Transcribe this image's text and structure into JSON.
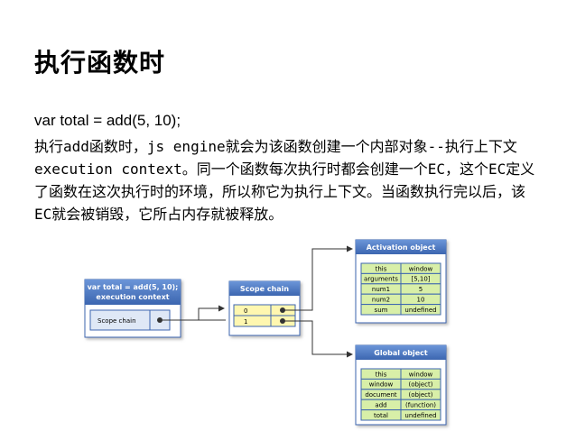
{
  "slide": {
    "title": "执行函数时",
    "code_line": "var total = add(5, 10);",
    "paragraph": "执行add函数时，js engine就会为该函数创建一个内部对象--执行上下文execution context。同一个函数每次执行时都会创建一个EC，这个EC定义了函数在这次执行时的环境，所以称它为执行上下文。当函数执行完以后，该EC就会被销毁，它所占内存就被释放。"
  },
  "diagram": {
    "execution_context": {
      "title_line1": "var total = add(5, 10);",
      "title_line2": "execution context",
      "row_label": "Scope chain"
    },
    "scope_chain": {
      "title": "Scope chain",
      "rows": [
        "0",
        "1"
      ]
    },
    "activation_object": {
      "title": "Activation object",
      "rows": [
        [
          "this",
          "window"
        ],
        [
          "arguments",
          "[5,10]"
        ],
        [
          "num1",
          "5"
        ],
        [
          "num2",
          "10"
        ],
        [
          "sum",
          "undefined"
        ]
      ]
    },
    "global_object": {
      "title": "Global object",
      "rows": [
        [
          "this",
          "window"
        ],
        [
          "window",
          "(object)"
        ],
        [
          "document",
          "(object)"
        ],
        [
          "add",
          "(function)"
        ],
        [
          "total",
          "undefined"
        ]
      ]
    },
    "colors": {
      "header_blue": "#4a78c2",
      "cell_blue": "#dfe8f6",
      "cell_green": "#d8efa8",
      "cell_yellow": "#fff7b0",
      "arrow": "#333333"
    }
  }
}
